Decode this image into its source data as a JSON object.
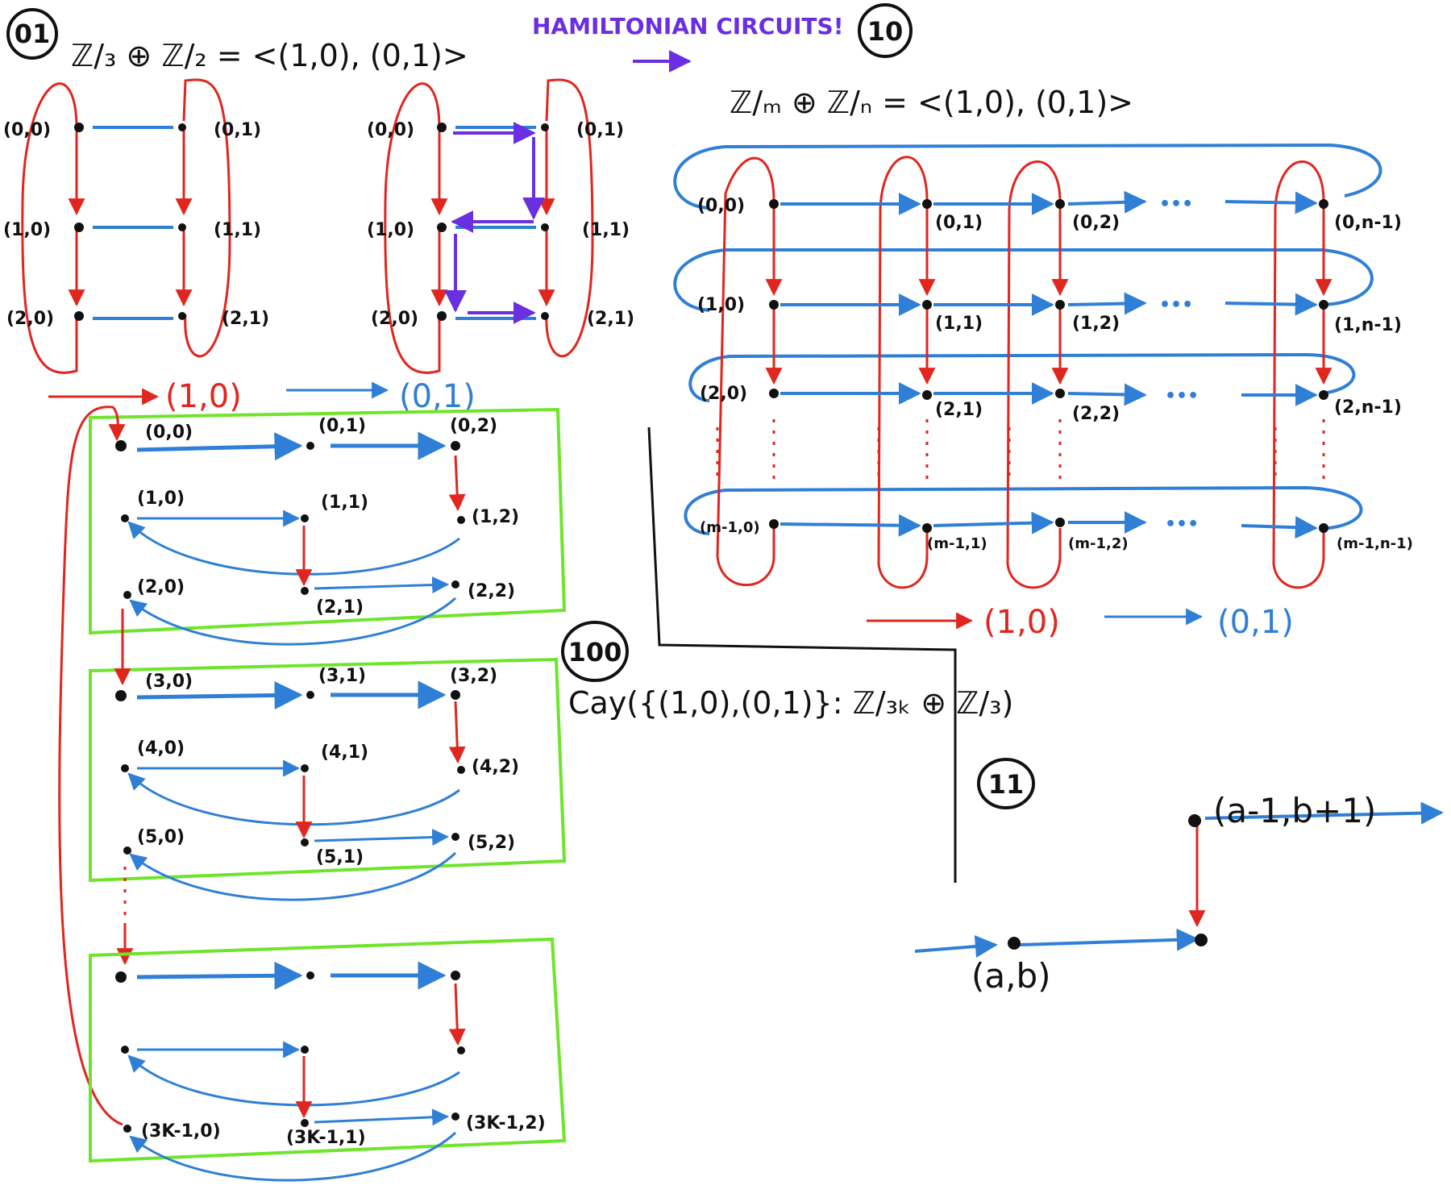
{
  "heading": {
    "hamiltonian": "HAMILTONIAN CIRCUITS!",
    "section_01": "01",
    "section_10": "10",
    "section_100": "100",
    "section_11": "11"
  },
  "formula_01": "ℤ/₃ ⊕ ℤ/₂ = <(1,0), (0,1)>",
  "formula_10": "ℤ/ₘ ⊕ ℤ/ₙ = <(1,0), (0,1)>",
  "formula_100": "Cay({(1,0),(0,1)}: ℤ/₃ₖ ⊕ ℤ/₃)",
  "generators": {
    "red": "(1,0)",
    "blue": "(0,1)"
  },
  "colors": {
    "red": "#e0261e",
    "blue": "#2f7fd6",
    "purple": "#6a2fe0",
    "green": "#6ee52b",
    "ink": "#111111"
  },
  "grid01_labels": [
    "(0,0)",
    "(0,1)",
    "(1,0)",
    "(1,1)",
    "(2,0)",
    "(2,1)"
  ],
  "grid10_labels": {
    "row0": [
      "(0,0)",
      "(0,1)",
      "(0,2)",
      "(0,n-1)"
    ],
    "row1": [
      "(1,0)",
      "(1,1)",
      "(1,2)",
      "(1,n-1)"
    ],
    "row2": [
      "(2,0)",
      "(2,1)",
      "(2,2)",
      "(2,n-1)"
    ],
    "rowm": [
      "(m-1,0)",
      "(m-1,1)",
      "(m-1,2)",
      "(m-1,n-1)"
    ],
    "dots": "•••"
  },
  "grid100_labels": {
    "b1": [
      "(0,0)",
      "(0,1)",
      "(0,2)",
      "(1,0)",
      "(1,1)",
      "(1,2)",
      "(2,0)",
      "(2,1)",
      "(2,2)"
    ],
    "b2": [
      "(3,0)",
      "(3,1)",
      "(3,2)",
      "(4,0)",
      "(4,1)",
      "(4,2)",
      "(5,0)",
      "(5,1)",
      "(5,2)"
    ],
    "b3": [
      "(3K-1,0)",
      "(3K-1,1)",
      "(3K-1,2)"
    ]
  },
  "section11_labels": {
    "start": "(a,b)",
    "end": "(a-1,b+1)"
  }
}
